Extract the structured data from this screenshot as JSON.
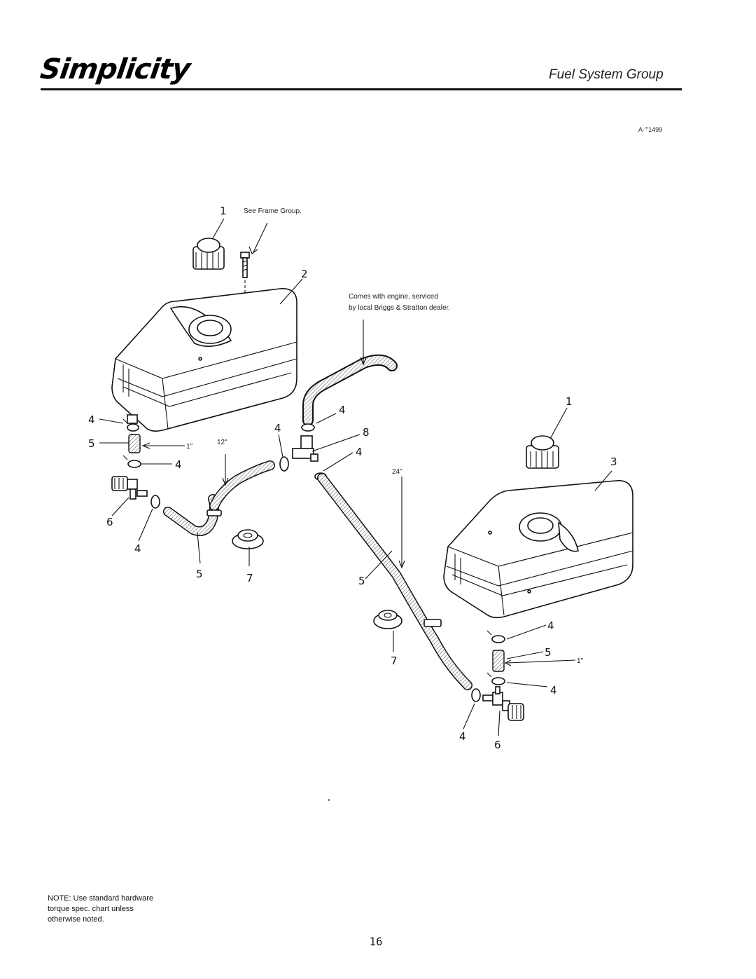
{
  "header": {
    "brand": "Simplicity",
    "section_title": "Fuel System Group",
    "drawing_number": "A-'''1499"
  },
  "notes": {
    "frame_group": "See Frame Group.",
    "engine_line1": "Comes with engine, serviced",
    "engine_line2": "by local Briggs & Stratton dealer.",
    "len_12": "12\"",
    "len_24": "24\"",
    "len_1_left": "1\"",
    "len_1_right": "1\""
  },
  "callouts": {
    "c1_top": "1",
    "c2": "2",
    "c1_right": "1",
    "c3": "3",
    "c4_a": "4",
    "c5_a": "5",
    "c4_b": "4",
    "c6_a": "6",
    "c4_c": "4",
    "c5_b": "5",
    "c7_a": "7",
    "c4_d": "4",
    "c4_e": "4",
    "c8": "8",
    "c4_f": "4",
    "c5_c": "5",
    "c7_b": "7",
    "c4_g": "4",
    "c5_d": "5",
    "c4_h": "4",
    "c4_i": "4",
    "c6_b": "6"
  },
  "footer": {
    "note_line1": "NOTE: Use standard hardware",
    "note_line2": "torque spec. chart unless",
    "note_line3": "otherwise noted.",
    "page_number": "16"
  }
}
